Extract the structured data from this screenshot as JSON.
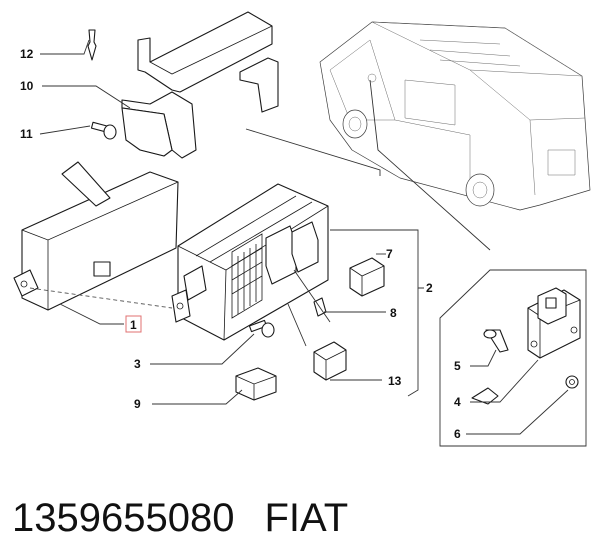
{
  "labels": {
    "l1": "1",
    "l2": "2",
    "l3": "3",
    "l4": "4",
    "l5": "5",
    "l6": "6",
    "l7": "7",
    "l8": "8",
    "l9": "9",
    "l10": "10",
    "l11": "11",
    "l12": "12",
    "l13": "13"
  },
  "footer": {
    "part_number": "1359655080",
    "brand": "FIAT"
  },
  "colors": {
    "highlight_box": "#e07070",
    "line": "#1a1a1a"
  }
}
